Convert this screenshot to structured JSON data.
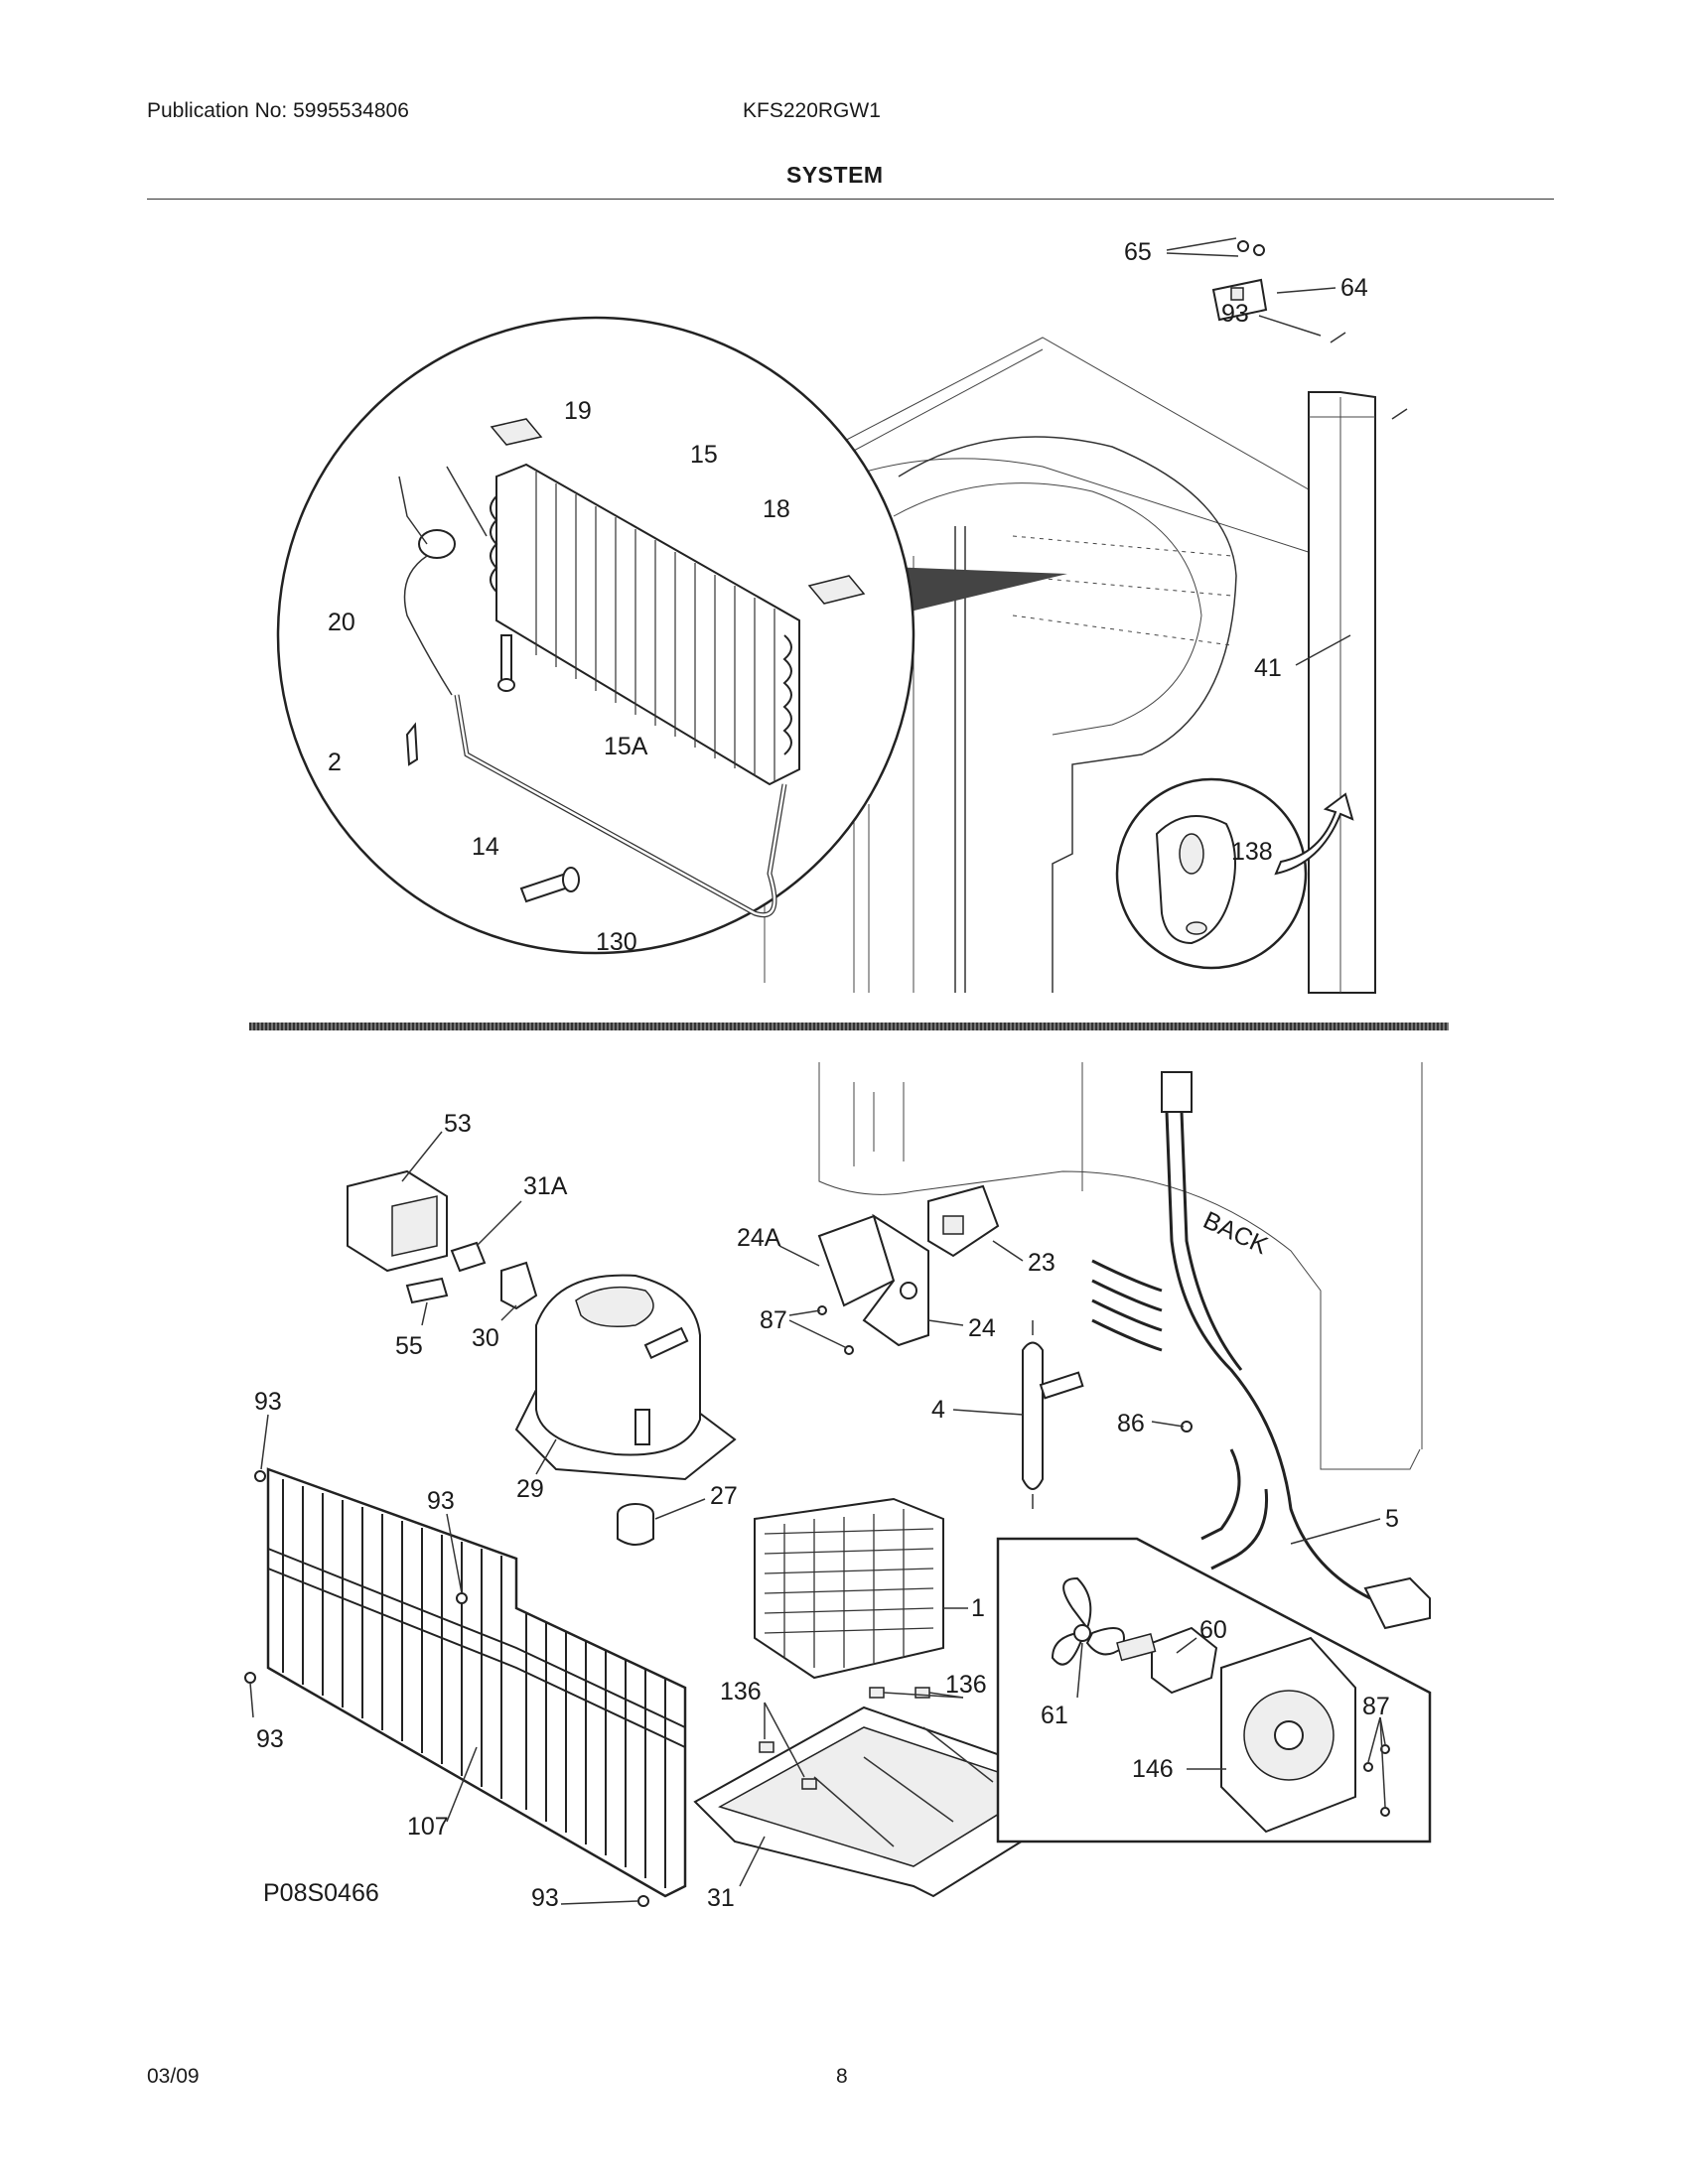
{
  "header": {
    "publication": "Publication No: 5995534806",
    "model": "KFS220RGW1",
    "section_title": "SYSTEM"
  },
  "callouts": {
    "p65": "65",
    "p64": "64",
    "p93a": "93",
    "p19": "19",
    "p15": "15",
    "p18": "18",
    "p20": "20",
    "p41": "41",
    "p15a": "15A",
    "p2": "2",
    "p14": "14",
    "p138": "138",
    "p130": "130",
    "p53": "53",
    "p31a": "31A",
    "p24a": "24A",
    "p23": "23",
    "p87a": "87",
    "p24": "24",
    "p55": "55",
    "p30": "30",
    "p4": "4",
    "p86": "86",
    "p93b": "93",
    "p93c": "93",
    "p29": "29",
    "p27": "27",
    "p5": "5",
    "p1": "1",
    "p60": "60",
    "p136a": "136",
    "p136b": "136",
    "p61": "61",
    "p87b": "87",
    "p146": "146",
    "p93d": "93",
    "p107": "107",
    "p31": "31",
    "p93e": "93",
    "back": "BACK"
  },
  "diagram_code": "P08S0466",
  "footer": {
    "date": "03/09",
    "page": "8"
  }
}
